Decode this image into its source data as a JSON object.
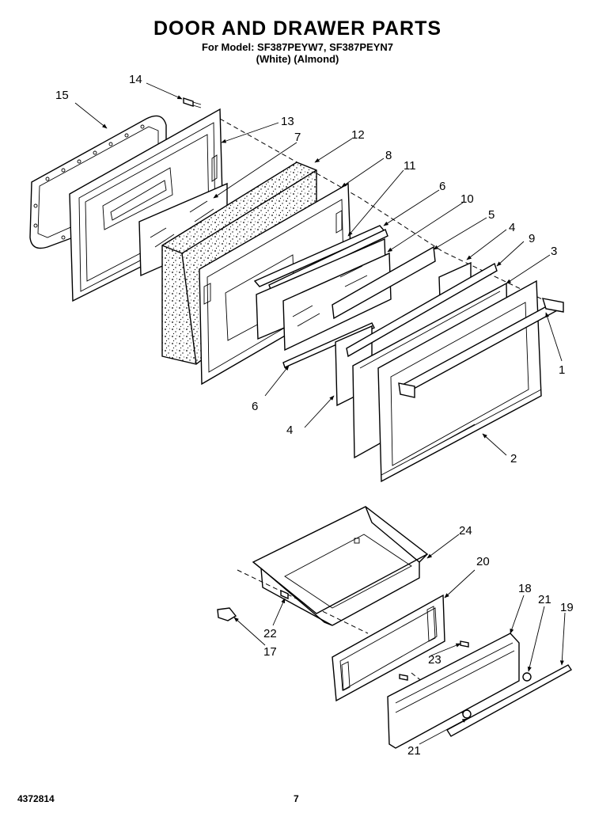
{
  "header": {
    "title": "DOOR AND DRAWER PARTS",
    "model_line": "For Model: SF387PEYW7, SF387PEYN7",
    "color_line": "(White)   (Almond)"
  },
  "footer": {
    "document_number": "4372814",
    "page_number": "7"
  },
  "callouts": {
    "c1": "1",
    "c2": "2",
    "c3": "3",
    "c4a": "4",
    "c4b": "4",
    "c5": "5",
    "c6a": "6",
    "c6b": "6",
    "c7": "7",
    "c8": "8",
    "c9": "9",
    "c10": "10",
    "c11": "11",
    "c12": "12",
    "c13": "13",
    "c14": "14",
    "c15": "15",
    "c17": "17",
    "c18": "18",
    "c19": "19",
    "c20": "20",
    "c21a": "21",
    "c21b": "21",
    "c22": "22",
    "c23": "23",
    "c24": "24"
  }
}
